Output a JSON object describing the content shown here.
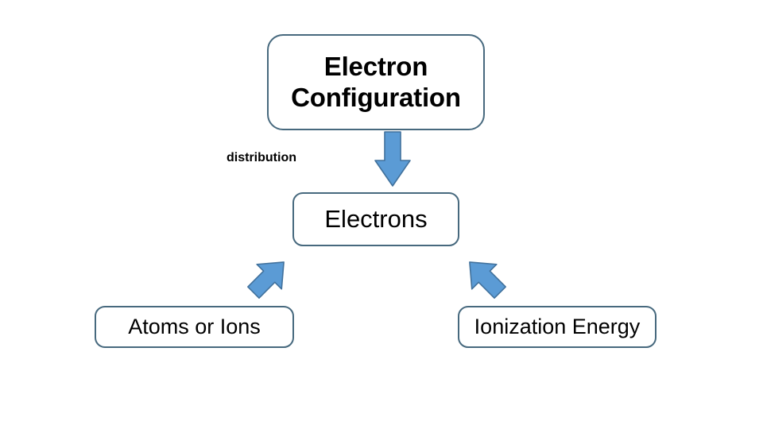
{
  "diagram": {
    "title": "Electron Configuration",
    "background_color": "#ffffff",
    "node_border_color": "#47697E",
    "arrow_fill_color": "#5B9BD5",
    "arrow_stroke_color": "#41719C",
    "text_color": "#000000",
    "nodes": [
      {
        "id": "title",
        "label": "Electron\nConfiguration",
        "line1": "Electron",
        "line2": "Configuration"
      },
      {
        "id": "electrons",
        "label": "Electrons"
      },
      {
        "id": "atoms",
        "label": "Atoms or Ions"
      },
      {
        "id": "ionization",
        "label": "Ionization Energy"
      }
    ],
    "edges": [
      {
        "id": "title-to-electrons",
        "from": "title",
        "to": "electrons",
        "label": "distribution",
        "direction": "down"
      },
      {
        "id": "electrons-to-atoms",
        "from": "electrons",
        "to": "atoms",
        "label": "",
        "direction": "down-left"
      },
      {
        "id": "electrons-to-ionization",
        "from": "electrons",
        "to": "ionization",
        "label": "",
        "direction": "down-right"
      }
    ]
  }
}
